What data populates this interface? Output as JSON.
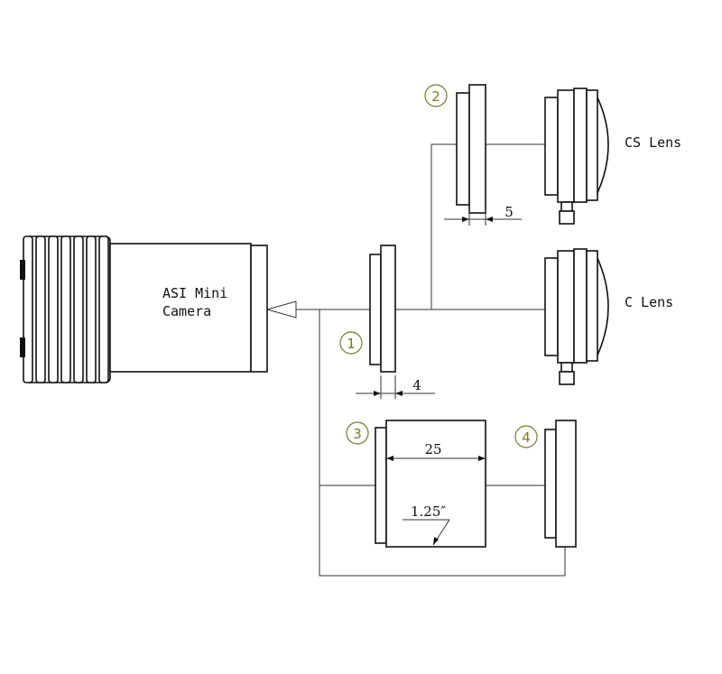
{
  "camera": {
    "line1": "ASI Mini",
    "line2": "Camera"
  },
  "lenses": {
    "cs": "CS  Lens",
    "c": "C  Lens"
  },
  "parts": {
    "p1": "1",
    "p2": "2",
    "p3": "3",
    "p4": "4"
  },
  "dimensions": {
    "d4": "4",
    "d5": "5",
    "d25": "25",
    "d125": "1.25″"
  },
  "colors": {
    "line": "#111111",
    "callout": "#7a7a2a"
  }
}
